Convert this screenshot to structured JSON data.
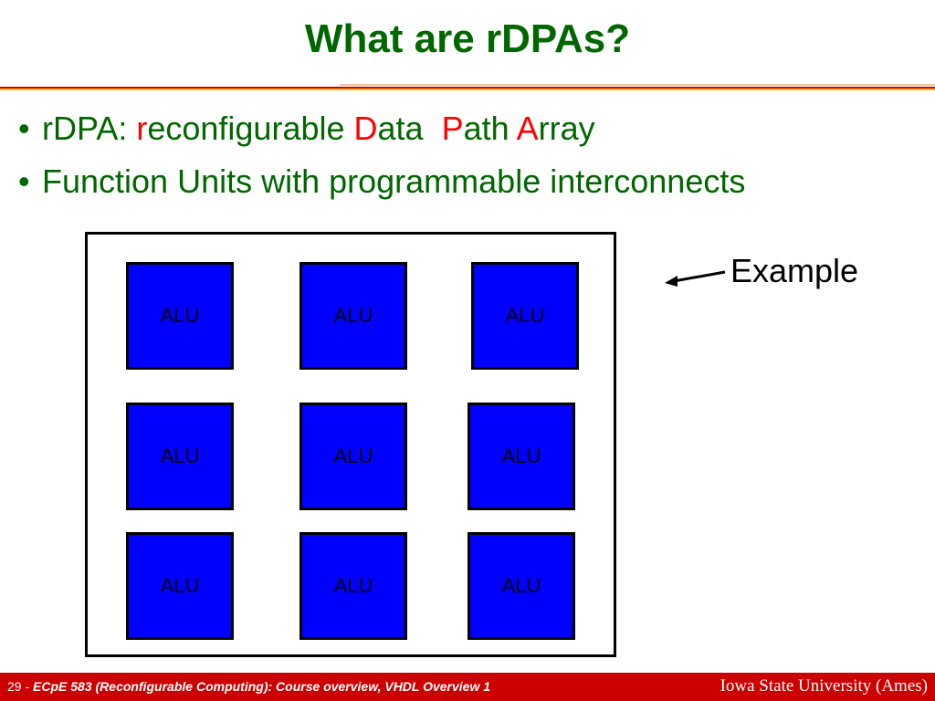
{
  "slide": {
    "title": "What are rDPAs?",
    "bullets": [
      {
        "dot": "•",
        "parts": [
          {
            "text": "rDPA: ",
            "red": false
          },
          {
            "text": "r",
            "red": true
          },
          {
            "text": "econfigurable ",
            "red": false
          },
          {
            "text": "D",
            "red": true
          },
          {
            "text": "ata  ",
            "red": false
          },
          {
            "text": "P",
            "red": true
          },
          {
            "text": "ath ",
            "red": false
          },
          {
            "text": "A",
            "red": true
          },
          {
            "text": "rray",
            "red": false
          }
        ]
      },
      {
        "dot": "•",
        "parts": [
          {
            "text": "Function Units with programmable interconnects",
            "red": false
          }
        ]
      }
    ],
    "example_label": "Example",
    "alu_label": "ALU"
  },
  "footer": {
    "page_number": "29",
    "separator": " - ",
    "course": "ECpE 583 (Reconfigurable Computing): Course overview, VHDL Overview 1",
    "university": "Iowa State University (Ames)"
  },
  "colors": {
    "title": "#006600",
    "accent": "#ff0000",
    "alu_fill": "#0000ff",
    "footer_bg": "#cc0000"
  }
}
